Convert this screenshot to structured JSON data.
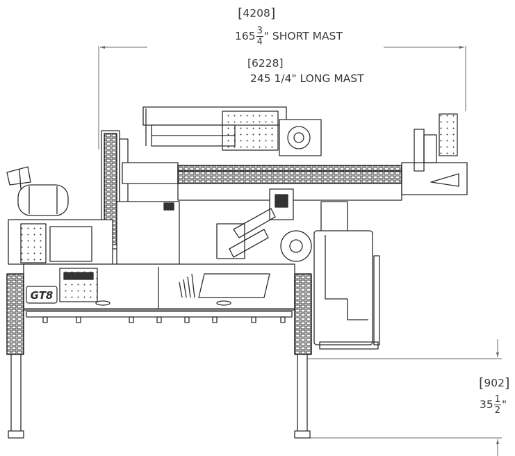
{
  "dimensions": {
    "overall_width": {
      "mm_short": "4208",
      "in_short_whole": "165",
      "in_short_num": "3",
      "in_short_den": "4",
      "in_short_suffix": "\" SHORT MAST",
      "mm_long": "[6228]",
      "in_long": "245 1/4\" LONG MAST"
    },
    "ground_clearance": {
      "mm": "902",
      "in_whole": "35",
      "in_num": "1",
      "in_den": "2",
      "in_suffix": "\""
    }
  },
  "machine": {
    "badge": "GT8"
  },
  "colors": {
    "line": "#2b2b2b",
    "dim_line": "#6a6a6a",
    "text": "#3a3a3a"
  }
}
